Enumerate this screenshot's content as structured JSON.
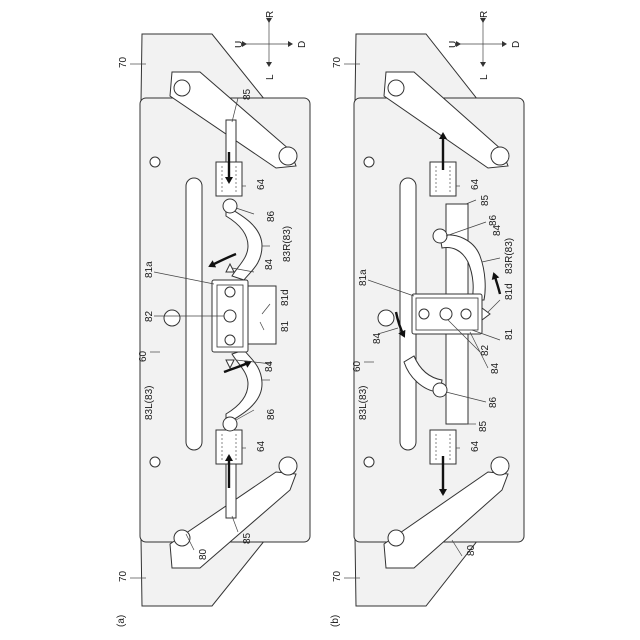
{
  "figure": {
    "panels": [
      {
        "id": "a",
        "caption": "(a)",
        "labels": {
          "frame_top": "70",
          "frame_bottom": "70",
          "plate": "60",
          "linkage": "80",
          "guide_top": "85",
          "guide_bottom": "85",
          "slider_top": "64",
          "slider_bottom": "64",
          "pin_top": "86",
          "pin_bottom": "86",
          "arm_right": "83R(83)",
          "arm_left": "83L(83)",
          "notch_a": "81a",
          "center": "82",
          "hub": "81",
          "hub_d": "81d",
          "claw_top": "84",
          "claw_bottom": "84"
        }
      },
      {
        "id": "b",
        "caption": "(b)",
        "labels": {
          "frame_top": "70",
          "frame_bottom": "70",
          "plate": "60",
          "linkage": "80",
          "guide_top": "85",
          "guide_bottom": "85",
          "slider_top": "64",
          "slider_bottom": "64",
          "pin_top": "86",
          "pin_bottom": "86",
          "arm_right": "83R(83)",
          "arm_left": "83L(83)",
          "notch_a": "81a",
          "center": "82",
          "hub": "81",
          "hub_d": "81d",
          "claw_top": "84",
          "claw_left": "84",
          "claw_bottom": "84"
        }
      }
    ],
    "compass": {
      "up": "U",
      "down": "D",
      "right": "R",
      "left": "L"
    }
  }
}
